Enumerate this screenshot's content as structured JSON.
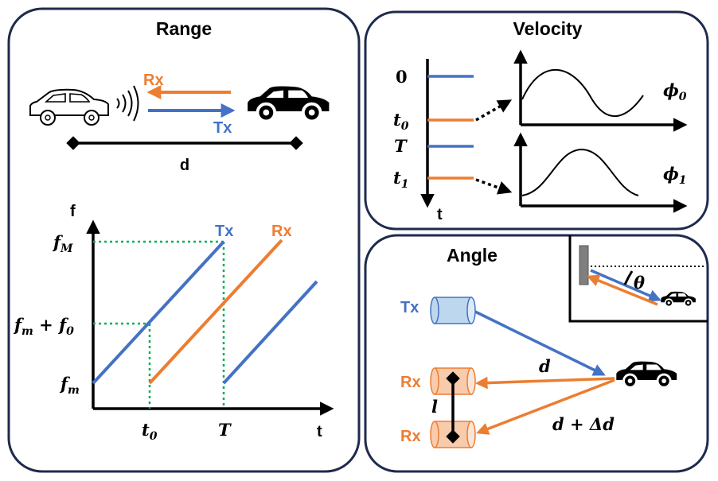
{
  "panels": {
    "range": {
      "title": "Range",
      "rx_label": "Rx",
      "tx_label": "Tx",
      "distance_label": "d",
      "chart": {
        "y_axis_label": "f",
        "x_axis_label": "t",
        "tx_label": "Tx",
        "rx_label": "Rx",
        "y_tick_fM_base": "f",
        "y_tick_fM_sub": "M",
        "y_tick_mid_f1": "f",
        "y_tick_mid_s1": "m",
        "y_tick_mid_plus": " + ",
        "y_tick_mid_f2": "f",
        "y_tick_mid_s2": "0",
        "y_tick_fm_base": "f",
        "y_tick_fm_sub": "m",
        "x_tick_t0_base": "t",
        "x_tick_t0_sub": "0",
        "x_tick_T": "T"
      }
    },
    "velocity": {
      "title": "Velocity",
      "tick_0": "0",
      "tick_t0_base": "t",
      "tick_t0_sub": "0",
      "tick_T": "T",
      "tick_t1_base": "t",
      "tick_t1_sub": "1",
      "axis_label": "t",
      "phase_0_base": "ϕ",
      "phase_0_sub": "0",
      "phase_1_base": "ϕ",
      "phase_1_sub": "1"
    },
    "angle": {
      "title": "Angle",
      "tx_label": "Tx",
      "rx_top_label": "Rx",
      "rx_bottom_label": "Rx",
      "spacing_label": "l",
      "d_label": "d",
      "d_plus_label": "d + Δd",
      "theta_label": "θ"
    }
  },
  "colors": {
    "tx_blue": "#4472C4",
    "rx_orange": "#ED7D31",
    "border_navy": "#1F2A4D",
    "guide_green": "#00B050",
    "receiver_fill": "#F8CBAD",
    "transmitter_fill": "#BDD7EE"
  },
  "icons": [
    "car-outline-icon",
    "car-solid-icon",
    "signal-waves-icon",
    "wall-icon"
  ]
}
